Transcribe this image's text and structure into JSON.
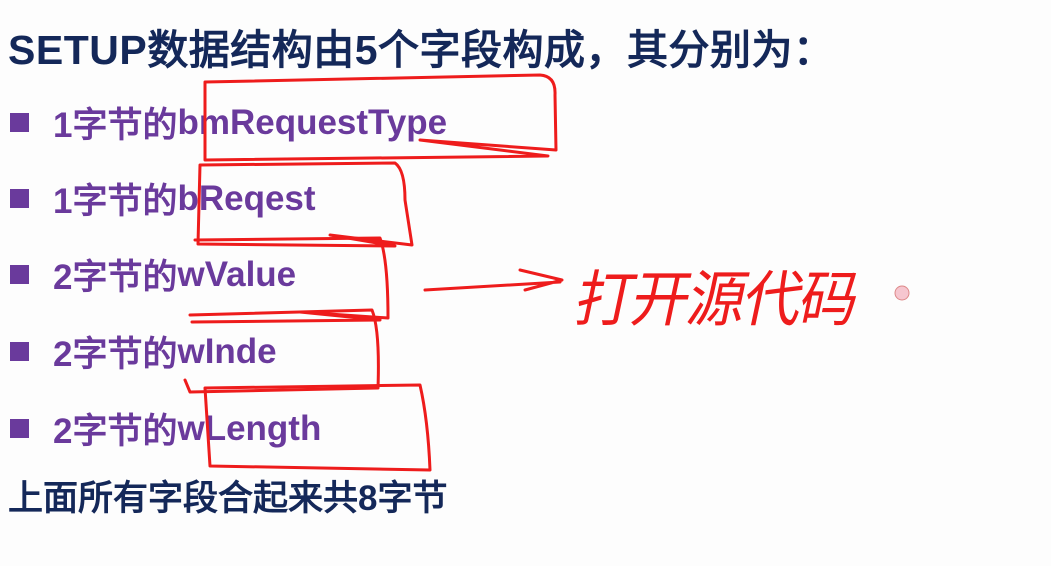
{
  "title": "SETUP数据结构由5个字段构成，其分别为：",
  "bullets": [
    {
      "prefix": "1字节的",
      "field": "bmRequestType"
    },
    {
      "prefix": "1字节的",
      "field": "bReqest"
    },
    {
      "prefix": "2字节的",
      "field": "wValue"
    },
    {
      "prefix": "2字节的",
      "field": "wInde"
    },
    {
      "prefix": "2字节的",
      "field": "wLength"
    }
  ],
  "footer": "上面所有字段合起来共8字节",
  "colors": {
    "title": "#142859",
    "bullet": "#6a3a9c",
    "ink": "#ee1c1c"
  },
  "handwriting": {
    "note": "打开源代码"
  }
}
